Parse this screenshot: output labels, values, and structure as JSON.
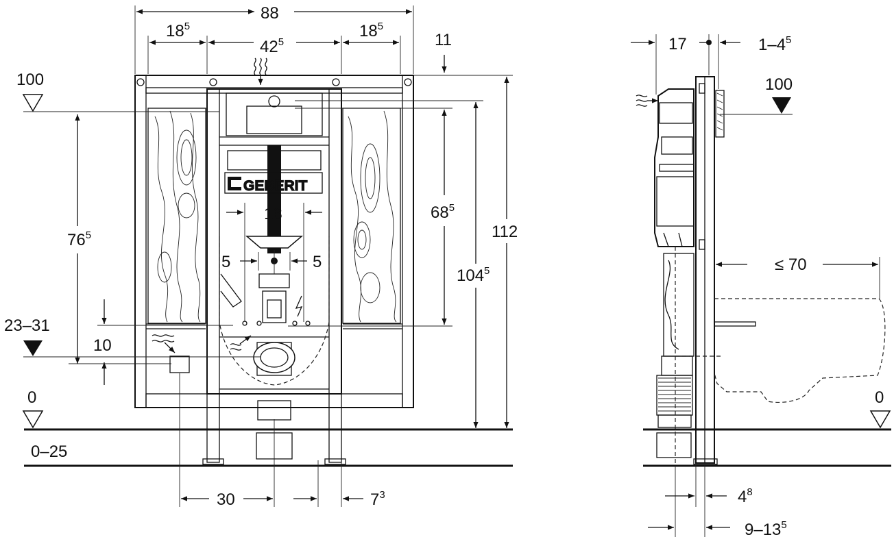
{
  "brand": "GEBERIT",
  "front_view": {
    "overall_width": {
      "base": "88",
      "sup": ""
    },
    "side_width_left": {
      "base": "18",
      "sup": "5"
    },
    "center_width": {
      "base": "42",
      "sup": "5"
    },
    "side_width_right": {
      "base": "18",
      "sup": "5"
    },
    "top_offset": {
      "base": "11",
      "sup": ""
    },
    "flush_valve_level": {
      "base": "100",
      "sup": ""
    },
    "left_height": {
      "base": "76",
      "sup": "5"
    },
    "right_inner_height": {
      "base": "68",
      "sup": "5"
    },
    "floor_to_top_inner": {
      "base": "104",
      "sup": "5"
    },
    "total_height": {
      "base": "112",
      "sup": ""
    },
    "bolt_spacing": {
      "base": "18",
      "sup": ""
    },
    "water_left": {
      "base": "5",
      "sup": ""
    },
    "water_right": {
      "base": "5",
      "sup": ""
    },
    "supply_range": {
      "base": "23–31",
      "sup": ""
    },
    "supply_offset": {
      "base": "10",
      "sup": ""
    },
    "floor_level": {
      "base": "0",
      "sup": ""
    },
    "floor_build_up": {
      "base": "0–25",
      "sup": ""
    },
    "drain_offset": {
      "base": "30",
      "sup": ""
    },
    "leg_offset": {
      "base": "7",
      "sup": "3"
    }
  },
  "side_view": {
    "depth": {
      "base": "17",
      "sup": ""
    },
    "wall_gap": {
      "base": "1–4",
      "sup": "5"
    },
    "flush_valve_level": {
      "base": "100",
      "sup": ""
    },
    "pan_projection": {
      "base": "≤ 70",
      "sup": ""
    },
    "floor_level": {
      "base": "0",
      "sup": ""
    },
    "drain_to_wall": {
      "base": "4",
      "sup": "8"
    },
    "frame_depth": {
      "base": "9–13",
      "sup": "5"
    }
  }
}
